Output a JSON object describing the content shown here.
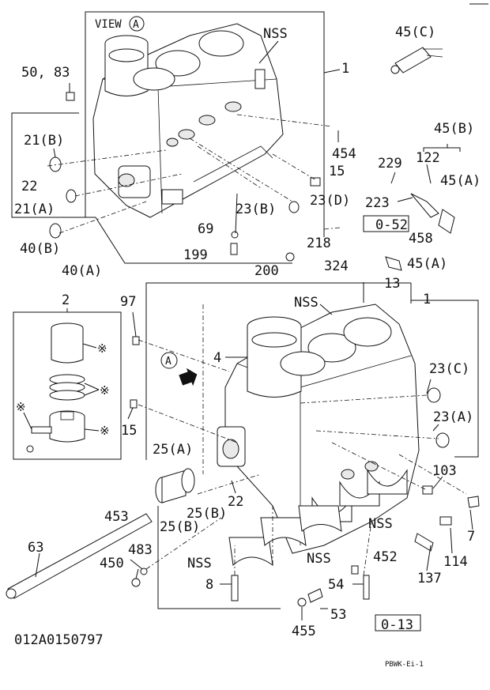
{
  "view_title": "VIEW",
  "view_letter": "A",
  "arrow_letter": "A",
  "diagram_code": "012A0150797",
  "footer_code": "PBWK-Ei-1",
  "refs": {
    "r0_52": "0-52",
    "r0_13": "0-13"
  },
  "callouts": {
    "nss_top": "NSS",
    "c1_top": "1",
    "c45c": "45(C)",
    "c5083": "50, 83",
    "c21b": "21(B)",
    "c22a": "22",
    "c21a": "21(A)",
    "c40b": "40(B)",
    "c40a": "40(A)",
    "c454": "454",
    "c45b": "45(B)",
    "c122": "122",
    "c229": "229",
    "c45a1": "45(A)",
    "c15a": "15",
    "c23d": "23(D)",
    "c223": "223",
    "c23b": "23(B)",
    "c69": "69",
    "c199": "199",
    "c218": "218",
    "c458": "458",
    "c324": "324",
    "c45a2": "45(A)",
    "c200": "200",
    "c13": "13",
    "c2": "2",
    "c97": "97",
    "nss_mid": "NSS",
    "c1_mid": "1",
    "c4": "4",
    "c23c": "23(C)",
    "c23a": "23(A)",
    "c15b": "15",
    "c25a": "25(A)",
    "c103": "103",
    "c22b": "22",
    "c453": "453",
    "c25b1": "25(B)",
    "c25b2": "25(B)",
    "nss_r": "NSS",
    "c7": "7",
    "c63": "63",
    "c483": "483",
    "c450": "450",
    "nss_b1": "NSS",
    "nss_b2": "NSS",
    "c452": "452",
    "c114": "114",
    "c137": "137",
    "c8": "8",
    "c54": "54",
    "c53": "53",
    "c455": "455"
  },
  "asterisk": "※"
}
